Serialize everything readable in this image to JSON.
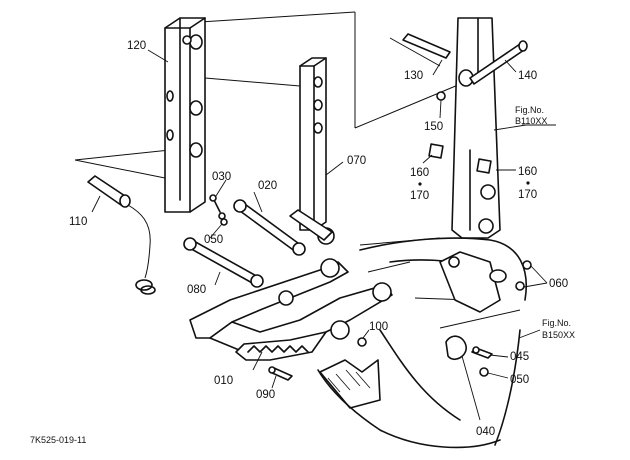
{
  "callouts": {
    "c120": "120",
    "c130": "130",
    "c140": "140",
    "c150": "150",
    "c160a": "160",
    "c170a": "170",
    "c160b": "160",
    "c170b": "170",
    "c070": "070",
    "c030": "030",
    "c020": "020",
    "c110": "110",
    "c050a": "050",
    "c080": "080",
    "c060": "060",
    "c100": "100",
    "c010": "010",
    "c090": "090",
    "c045": "045",
    "c050b": "050",
    "c040": "040"
  },
  "figure_refs": {
    "ref1_line1": "Fig.No.",
    "ref1_line2": "B110XX",
    "ref2_line1": "Fig.No.",
    "ref2_line2": "B150XX"
  },
  "drawing_code": "7K525-019-11"
}
